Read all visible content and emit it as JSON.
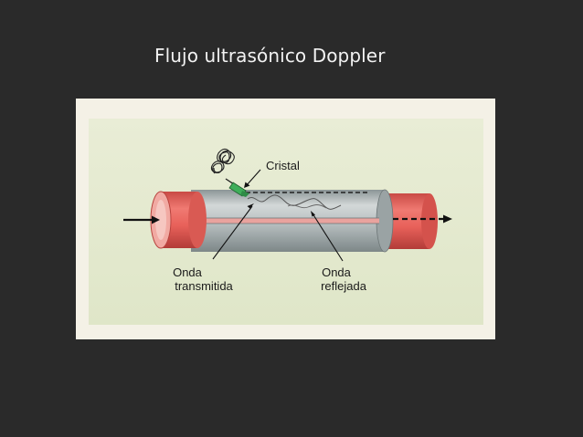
{
  "slide": {
    "title": "Flujo ultrasónico Doppler",
    "background": "#2a2a2a",
    "title_color": "#f2f2f2"
  },
  "figure": {
    "labels": {
      "crystal": "Cristal",
      "transmitted_line1": "Onda",
      "transmitted_line2": "transmitida",
      "reflected_line1": "Onda",
      "reflected_line2": "reflejada"
    },
    "colors": {
      "panel_outer": "#f4f1e6",
      "panel_inner": "#e6ead2",
      "vessel_body": "#b9c1c2",
      "vessel_end": "#e8615a",
      "lumen": "#e9a39e",
      "crystal": "#3fae5a",
      "arrow": "#111111"
    }
  }
}
